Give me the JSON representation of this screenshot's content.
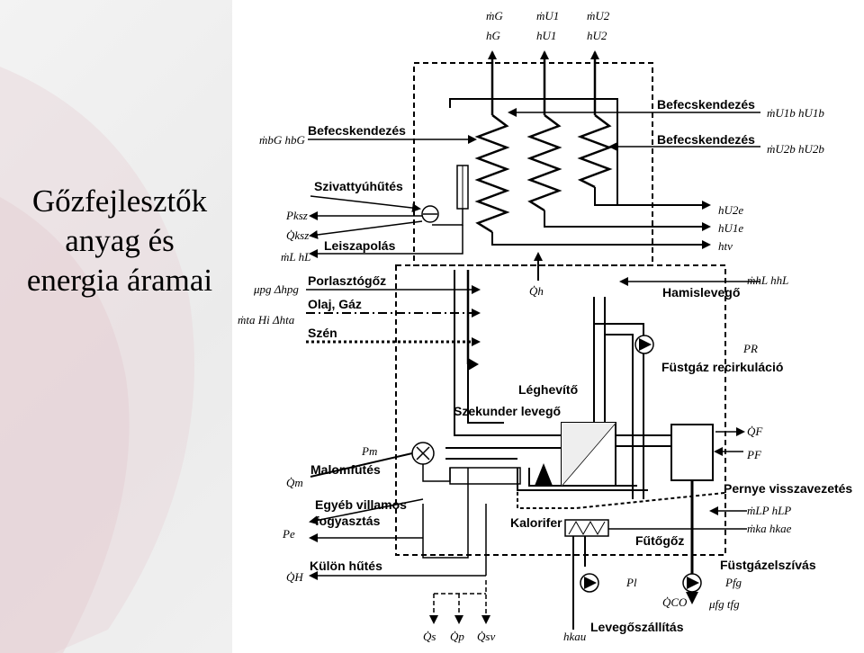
{
  "slide": {
    "title_lines": [
      "Gőzfejlesztők",
      "anyag és",
      "energia áramai"
    ]
  },
  "labels": {
    "befecs1": "Befecskendezés",
    "befecs2": "Befecskendezés",
    "befecs_left": "Befecskendezés",
    "szivattyu": "Szivattyúhűtés",
    "leiszapolas": "Leiszapolás",
    "porlaszto": "Porlasztógőz",
    "olaj": "Olaj, Gáz",
    "szen": "Szén",
    "hamis": "Hamislevegő",
    "fustgaz_recirk": "Füstgáz recirkuláció",
    "leghevito": "Léghevítő",
    "szekunder": "Szekunder levegő",
    "malomfutes": "Malomfűtés",
    "egyeb1": "Egyéb villamos",
    "egyeb2": "fogyasztás",
    "kalorifer": "Kalorifer",
    "futogoz": "Fűtőgőz",
    "pernye": "Pernye visszavezetés",
    "fustgazelszivas": "Füstgázelszívás",
    "levegoszallitas": "Levegőszállítás",
    "kulon": "Külön hűtés"
  },
  "symbols": {
    "mG": "ṁG",
    "hG": "hG",
    "mU1": "ṁU1",
    "hU1": "hU1",
    "mU2": "ṁU2",
    "hU2": "hU2",
    "mU1b": "ṁU1b hU1b",
    "mU2b": "ṁU2b hU2b",
    "mbG": "ṁbG hbG",
    "hU2e": "hU2e",
    "hU1e": "hU1e",
    "htv": "htv",
    "Pksz": "Pksz",
    "Qksz": "Q̇ksz",
    "mL": "ṁL hL",
    "mupg": "μpg Δhpg",
    "mta": "ṁta Hi Δhta",
    "Qh": "Q̇h",
    "mhL": "ṁhL hhL",
    "PR": "PR",
    "QF": "Q̇F",
    "PF": "PF",
    "Pm": "Pm",
    "Qm": "Q̇m",
    "Pe": "Pe",
    "mLP": "ṁLP hLP",
    "mka": "ṁka hkae",
    "Pl": "Pl",
    "Pfg": "Pfg",
    "QCO": "Q̇CO",
    "mufg": "μfg tfg",
    "QH": "Q̇H",
    "Qs": "Q̇s",
    "Qp": "Q̇p",
    "Qsv": "Q̇sv",
    "hkau": "hkau"
  }
}
